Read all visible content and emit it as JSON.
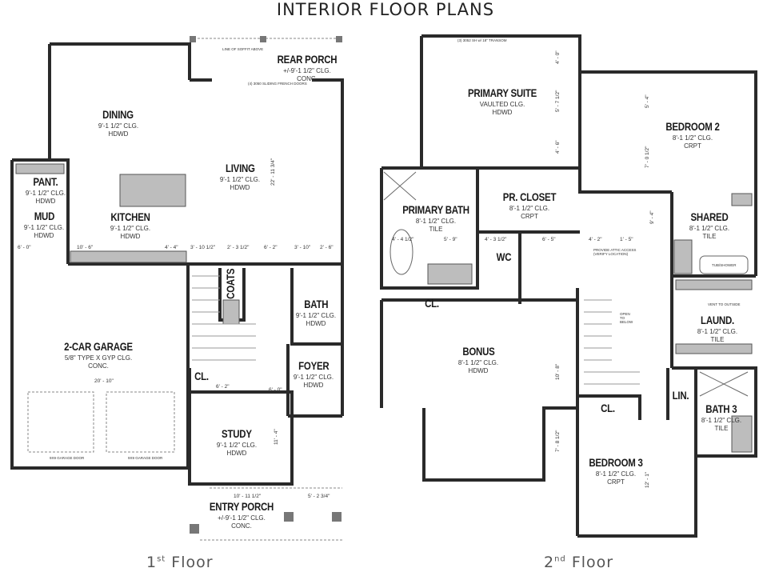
{
  "title": "INTERIOR FLOOR PLANS",
  "floors": [
    {
      "label_main": "1",
      "label_sup": "st",
      "label_rest": " Floor",
      "rooms": [
        {
          "name": "DINING",
          "ceiling": "9'-1 1/2\" CLG.",
          "floor": "HDWD"
        },
        {
          "name": "REAR PORCH",
          "ceiling": "+/-9'-1 1/2\" CLG.",
          "floor": "CONC."
        },
        {
          "name": "LIVING",
          "ceiling": "9'-1 1/2\" CLG.",
          "floor": "HDWD"
        },
        {
          "name": "PANT.",
          "ceiling": "9'-1 1/2\" CLG.",
          "floor": "HDWD"
        },
        {
          "name": "MUD",
          "ceiling": "9'-1 1/2\" CLG.",
          "floor": "HDWD"
        },
        {
          "name": "KITCHEN",
          "ceiling": "9'-1 1/2\" CLG.",
          "floor": "HDWD"
        },
        {
          "name": "COATS",
          "ceiling": "",
          "floor": ""
        },
        {
          "name": "BATH",
          "ceiling": "9'-1 1/2\" CLG.",
          "floor": "HDWD"
        },
        {
          "name": "2-CAR GARAGE",
          "ceiling": "5/8\" TYPE X GYP CLG.",
          "floor": "CONC."
        },
        {
          "name": "CL.",
          "ceiling": "",
          "floor": ""
        },
        {
          "name": "FOYER",
          "ceiling": "9'-1 1/2\" CLG.",
          "floor": "HDWD"
        },
        {
          "name": "STUDY",
          "ceiling": "9'-1 1/2\" CLG.",
          "floor": "HDWD"
        },
        {
          "name": "ENTRY PORCH",
          "ceiling": "+/-9'-1 1/2\" CLG.",
          "floor": "CONC."
        }
      ],
      "dimensions": [
        "6' - 0\"",
        "10' - 6\"",
        "4' - 4\"",
        "3' - 10 1/2\"",
        "2' - 3 1/2\"",
        "6' - 2\"",
        "3' - 10\"",
        "2' - 6\"",
        "22' - 11 3/4\"",
        "20' - 10\"",
        "11' - 4\"",
        "10' - 11 1/2\"",
        "5' - 2 3/4\"",
        "6' - 2\"",
        "6' - 0\""
      ],
      "notes": [
        "(4) 3050 SLIDING FRENCH DOORS",
        "LINE OF SOFFIT ABOVE",
        "9X9 GARAGE DOOR",
        "9X9 GARAGE DOOR"
      ]
    },
    {
      "label_main": "2",
      "label_sup": "nd",
      "label_rest": " Floor",
      "rooms": [
        {
          "name": "PRIMARY SUITE",
          "ceiling": "VAULTED CLG.",
          "floor": "HDWD"
        },
        {
          "name": "BEDROOM 2",
          "ceiling": "8'-1 1/2\" CLG.",
          "floor": "CRPT"
        },
        {
          "name": "PRIMARY BATH",
          "ceiling": "8'-1 1/2\" CLG.",
          "floor": "TILE"
        },
        {
          "name": "PR. CLOSET",
          "ceiling": "8'-1 1/2\" CLG.",
          "floor": "CRPT"
        },
        {
          "name": "WC",
          "ceiling": "",
          "floor": ""
        },
        {
          "name": "SHARED",
          "ceiling": "8'-1 1/2\" CLG.",
          "floor": "TILE"
        },
        {
          "name": "CL.",
          "ceiling": "",
          "floor": ""
        },
        {
          "name": "BONUS",
          "ceiling": "8'-1 1/2\" CLG.",
          "floor": "HDWD"
        },
        {
          "name": "LAUND.",
          "ceiling": "8'-1 1/2\" CLG.",
          "floor": "TILE"
        },
        {
          "name": "LIN.",
          "ceiling": "",
          "floor": ""
        },
        {
          "name": "BATH 3",
          "ceiling": "8'-1 1/2\" CLG.",
          "floor": "TILE"
        },
        {
          "name": "CL.",
          "ceiling": "",
          "floor": ""
        },
        {
          "name": "BEDROOM 3",
          "ceiling": "8'-1 1/2\" CLG.",
          "floor": "CRPT"
        }
      ],
      "dimensions": [
        "4' - 0\"",
        "5' - 7 1/2\"",
        "4' - 6\"",
        "5' - 4\"",
        "7' - 0 1/2\"",
        "4' - 4 1/2\"",
        "5' - 9\"",
        "4' - 3 1/2\"",
        "6' - 5\"",
        "4' - 2\"",
        "1' - 5\"",
        "10' - 8\"",
        "7' - 8 1/2\"",
        "12' - 1\"",
        "9' - 4\""
      ],
      "notes": [
        "(3) 3052 SH w/ 18\" TRANSOM",
        "PROVIDE ATTIC ACCESS (VERIFY LOCATION)",
        "OPEN TO BELOW",
        "TUB/SHOWER",
        "VENT TO OUTSIDE"
      ]
    }
  ],
  "colors": {
    "wall": "#2a2a2a",
    "fill": "#bdbdbd",
    "text": "#1a1a1a"
  }
}
